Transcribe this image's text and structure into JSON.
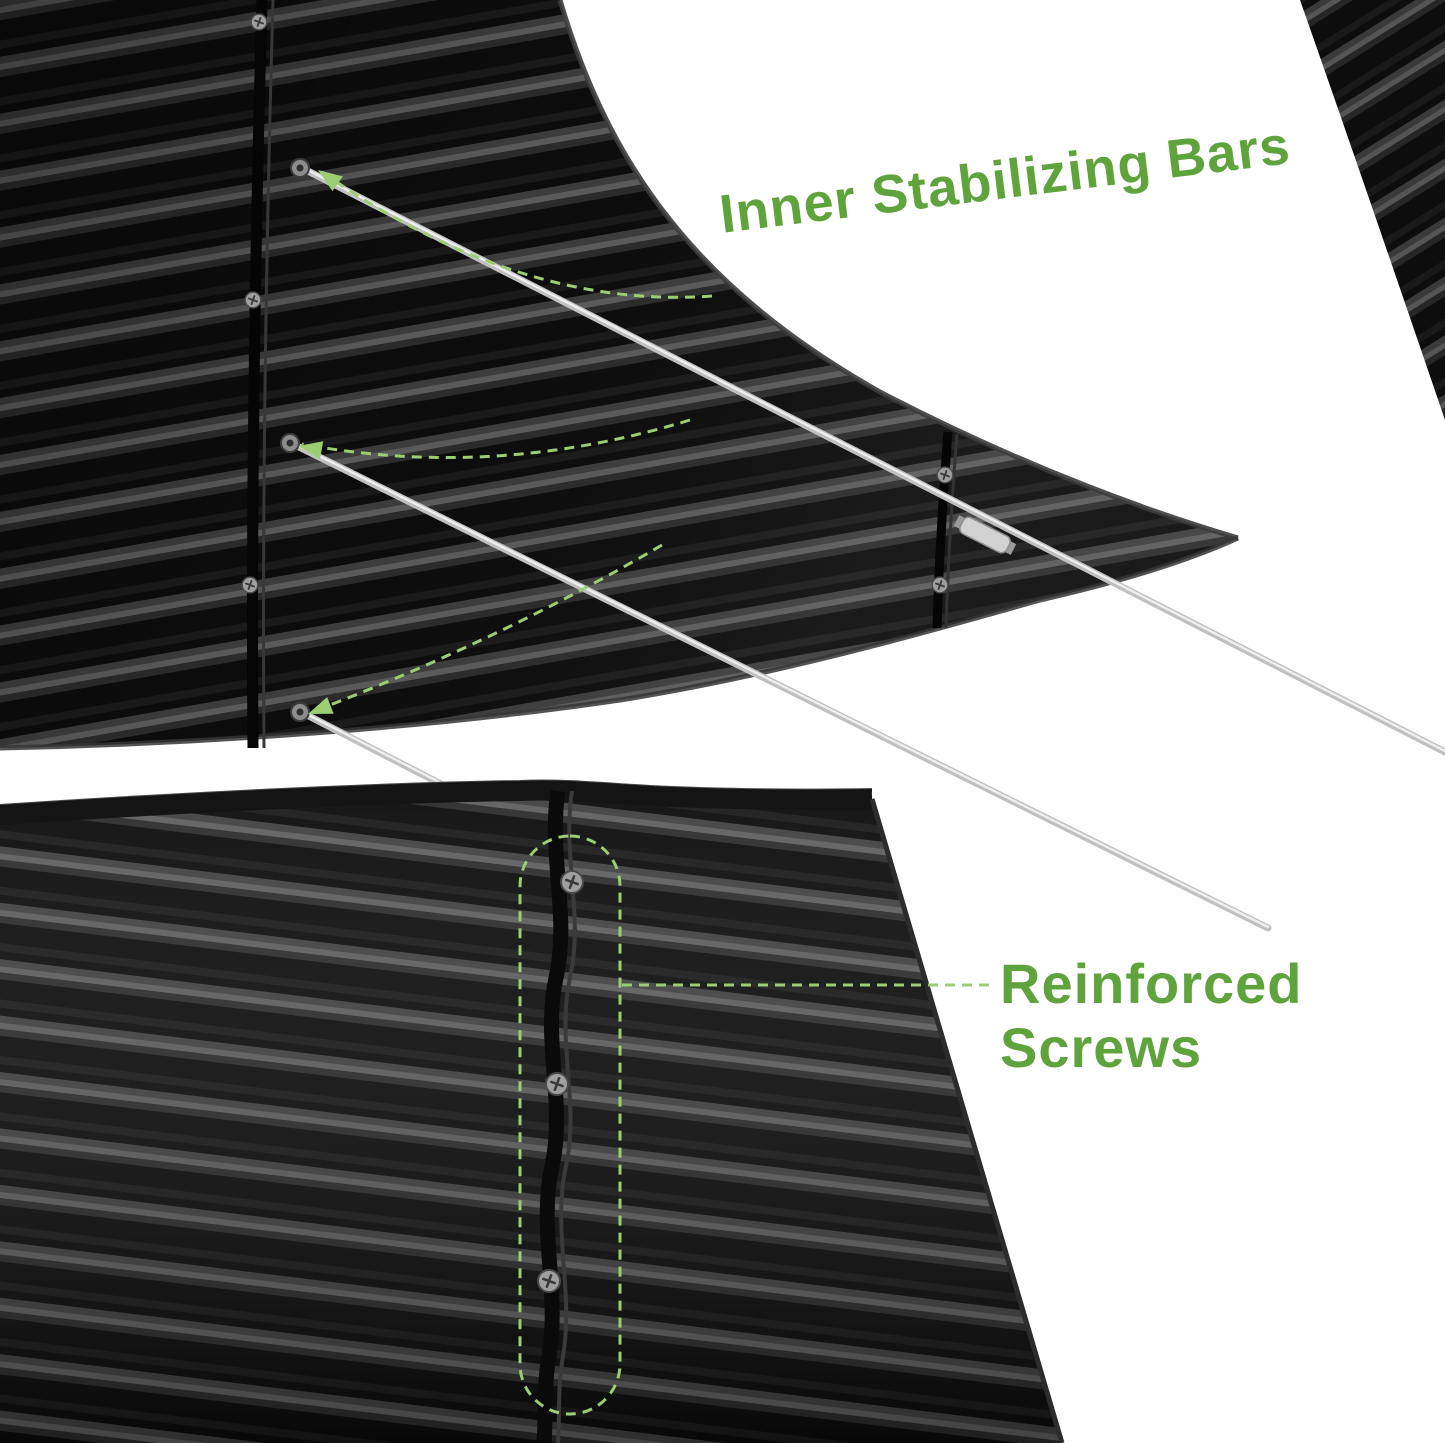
{
  "colors": {
    "annotation_green": "#5fa33c",
    "dash_green": "#9ccd72",
    "background": "#ffffff",
    "panel_black": "#0b0b0b",
    "rod_silver": "#c0c0c0"
  },
  "annotations": {
    "stabilizing_bars": {
      "label": "Inner Stabilizing Bars"
    },
    "reinforced_screws": {
      "line1": "Reinforced",
      "line2": "Screws"
    }
  }
}
